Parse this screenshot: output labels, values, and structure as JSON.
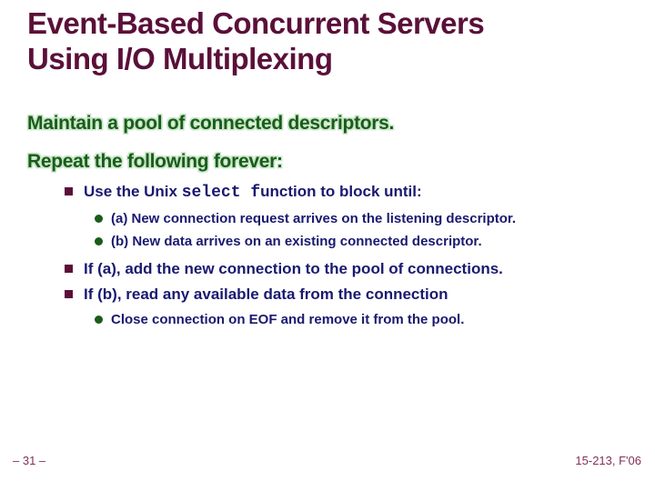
{
  "slide": {
    "title": {
      "line1": "Event-Based Concurrent Servers",
      "line2": "Using I/O Multiplexing"
    },
    "headings": [
      {
        "text": "Maintain a pool of connected descriptors."
      },
      {
        "text": "Repeat the following forever:"
      }
    ],
    "bullets": [
      {
        "level": 1,
        "segments": [
          {
            "text": "Use the Unix ",
            "mono": false
          },
          {
            "text": "select f",
            "mono": true
          },
          {
            "text": "unction to block until:",
            "mono": false
          }
        ]
      },
      {
        "level": 2,
        "text": "(a) New connection request arrives on the listening descriptor."
      },
      {
        "level": 2,
        "text": "(b) New data arrives on an existing connected descriptor."
      },
      {
        "level": 1,
        "text": "If (a), add the new connection to the pool of connections."
      },
      {
        "level": 1,
        "text": "If (b), read any available data from the connection"
      },
      {
        "level": 2,
        "text": "Close connection on EOF and remove it from the pool."
      }
    ],
    "footer": {
      "page": "– 31 –",
      "course": "15-213, F'06"
    }
  },
  "colors": {
    "title_maroon": "#5A1039",
    "body_navy": "#191970",
    "heading_green": "#1A5C1A",
    "heading_glow": "#C8E6C8",
    "bullet_square_maroon": "#5A1039",
    "bullet_circle_green": "#1A5C1A",
    "footer_maroon": "#823059",
    "background": "#FFFFFF"
  }
}
